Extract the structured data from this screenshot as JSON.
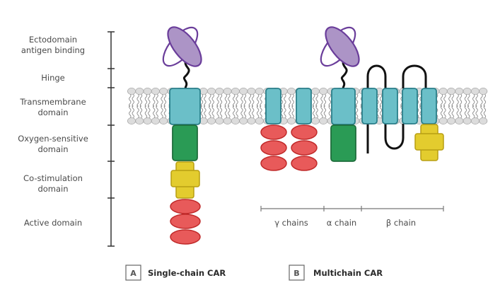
{
  "domain_labels": [
    {
      "line1": "Ectodomain",
      "line2": "antigen binding"
    },
    {
      "line1": "Hinge",
      "line2": ""
    },
    {
      "line1": "Transmembrane",
      "line2": "domain"
    },
    {
      "line1": "Oxygen-sensitive",
      "line2": "domain"
    },
    {
      "line1": "Co-stimulation",
      "line2": "domain"
    },
    {
      "line1": "Active domain",
      "line2": ""
    }
  ],
  "chain_labels": {
    "gamma": "γ chains",
    "alpha": "α chain",
    "beta": "β chain"
  },
  "legend": [
    {
      "letter": "A",
      "label": "Single-chain CAR"
    },
    {
      "letter": "B",
      "label": "Multichain CAR"
    }
  ],
  "colors": {
    "antigen_fill": "#ac94c6",
    "antigen_stroke": "#6a3d9a",
    "transmembrane_fill": "#6bbfc8",
    "transmembrane_stroke": "#2a7f8a",
    "oxygen_fill": "#2a9b55",
    "oxygen_stroke": "#1f6e3c",
    "costim_fill": "#e3cc2e",
    "costim_stroke": "#b89e12",
    "active_fill": "#e85a5a",
    "active_stroke": "#c02a2a",
    "membrane": "#c8c8c8",
    "axis": "#222222"
  }
}
